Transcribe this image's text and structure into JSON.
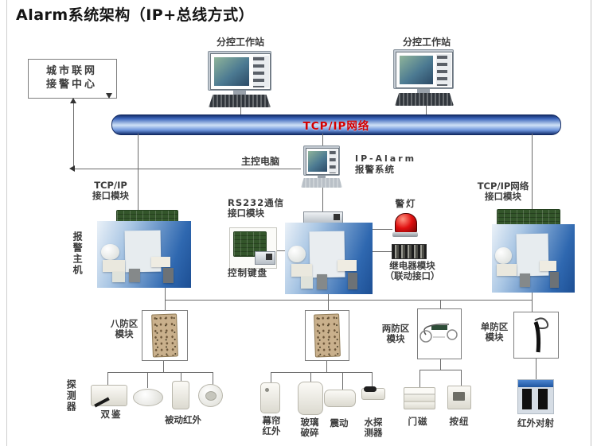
{
  "title": "Alarm系统架构（IP+总线方式）",
  "bus": {
    "label": "TCP/IP网络",
    "text_color": "#d40000",
    "bar_color": "#3d67bd"
  },
  "city_center": {
    "line1": "城市联网",
    "line2": "接警中心"
  },
  "workstations": {
    "left": "分控工作站",
    "right": "分控工作站"
  },
  "center": {
    "main_pc": "主控电脑",
    "ip_alarm_line1": "IP-Alarm",
    "ip_alarm_line2": "报警系统"
  },
  "left_host": {
    "module_line1": "TCP/IP",
    "module_line2": "接口模块",
    "vertical_label": "报警主机"
  },
  "right_host": {
    "module_line1": "TCP/IP网络",
    "module_line2": "接口模块"
  },
  "middle_host": {
    "rs232_line1": "RS232通信",
    "rs232_line2": "接口模块",
    "keypad": "控制键盘",
    "alarm_light": "警灯",
    "relay_line1": "继电器模块",
    "relay_line2": "（联动接口）"
  },
  "zone_modules": {
    "eight_line1": "八防区",
    "eight_line2": "模块",
    "two_line1": "两防区",
    "two_line2": "模块",
    "single_line1": "单防区",
    "single_line2": "模块"
  },
  "detectors": {
    "vertical_label": "探测器",
    "dual": "双鉴",
    "passive_ir": "被动红外",
    "curtain_line1": "幕帘",
    "curtain_line2": "红外",
    "glass_line1": "玻璃",
    "glass_line2": "破碎",
    "vibration": "震动",
    "water_line1": "水探",
    "water_line2": "测器",
    "door": "门磁",
    "button": "按纽",
    "ir_beam": "红外对射"
  }
}
